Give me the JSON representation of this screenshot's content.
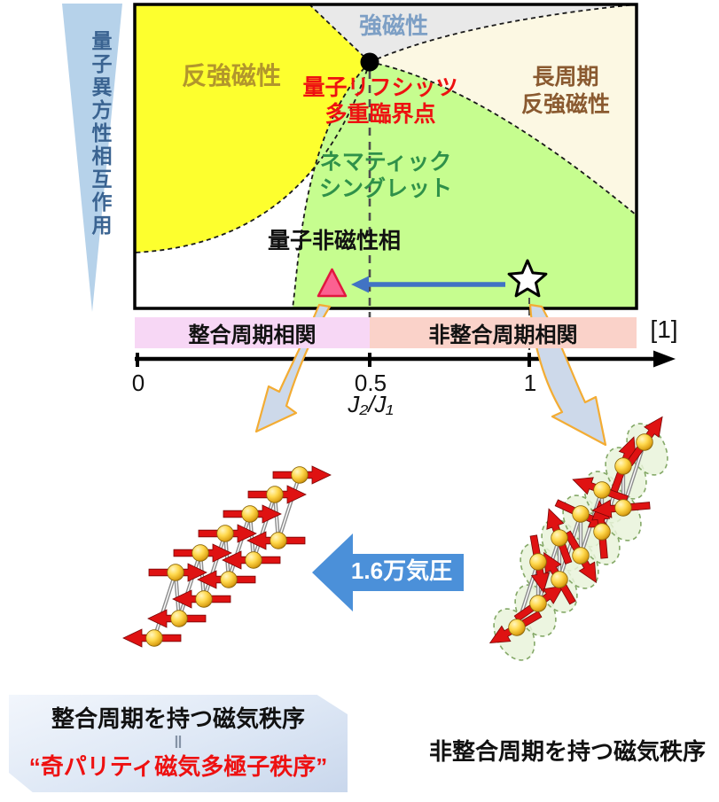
{
  "left_axis": {
    "label": "量子異方性相互作用"
  },
  "phase_diagram": {
    "regions": {
      "antiferromagnetic": "反強磁性",
      "ferromagnetic": "強磁性",
      "long_period_af_line1": "長周期",
      "long_period_af_line2": "反強磁性",
      "nematic_line1": "ネマティック",
      "nematic_line2": "シングレット",
      "quantum_nonmagnetic": "量子非磁性相"
    },
    "critical_point": {
      "line1": "量子リフシッツ",
      "line2": "多重臨界点"
    },
    "bands": {
      "commensurate": "整合周期相関",
      "incommensurate": "非整合周期相関"
    },
    "reference": "[1]",
    "axis": {
      "tick0": "0",
      "tick05": "0.5",
      "tick1": "1",
      "label": "J₂/J₁"
    }
  },
  "pressure_arrow": {
    "label": "1.6万気圧"
  },
  "bottom_left_box": {
    "line1": "整合周期を持つ磁気秩序",
    "equals": "‖",
    "line3": "“奇パリティ磁気多極子秩序”"
  },
  "bottom_right_label": "非整合周期を持つ磁気秩序",
  "colors": {
    "region_yellow": "#fdff2e",
    "region_gray": "#e9e9e9",
    "region_cream": "#fcf8e3",
    "region_green": "#c6fd8f",
    "band_commensurate": "#f7d7f5",
    "band_incommensurate": "#fad2c9",
    "axis_triangle_blue": "#b6d2ea",
    "pressure_arrow_blue": "#4b90d9",
    "marker_triangle_pink": "#fb6191",
    "arrow_blue": "#4173c4",
    "critical_text_red": "#ee1111"
  }
}
